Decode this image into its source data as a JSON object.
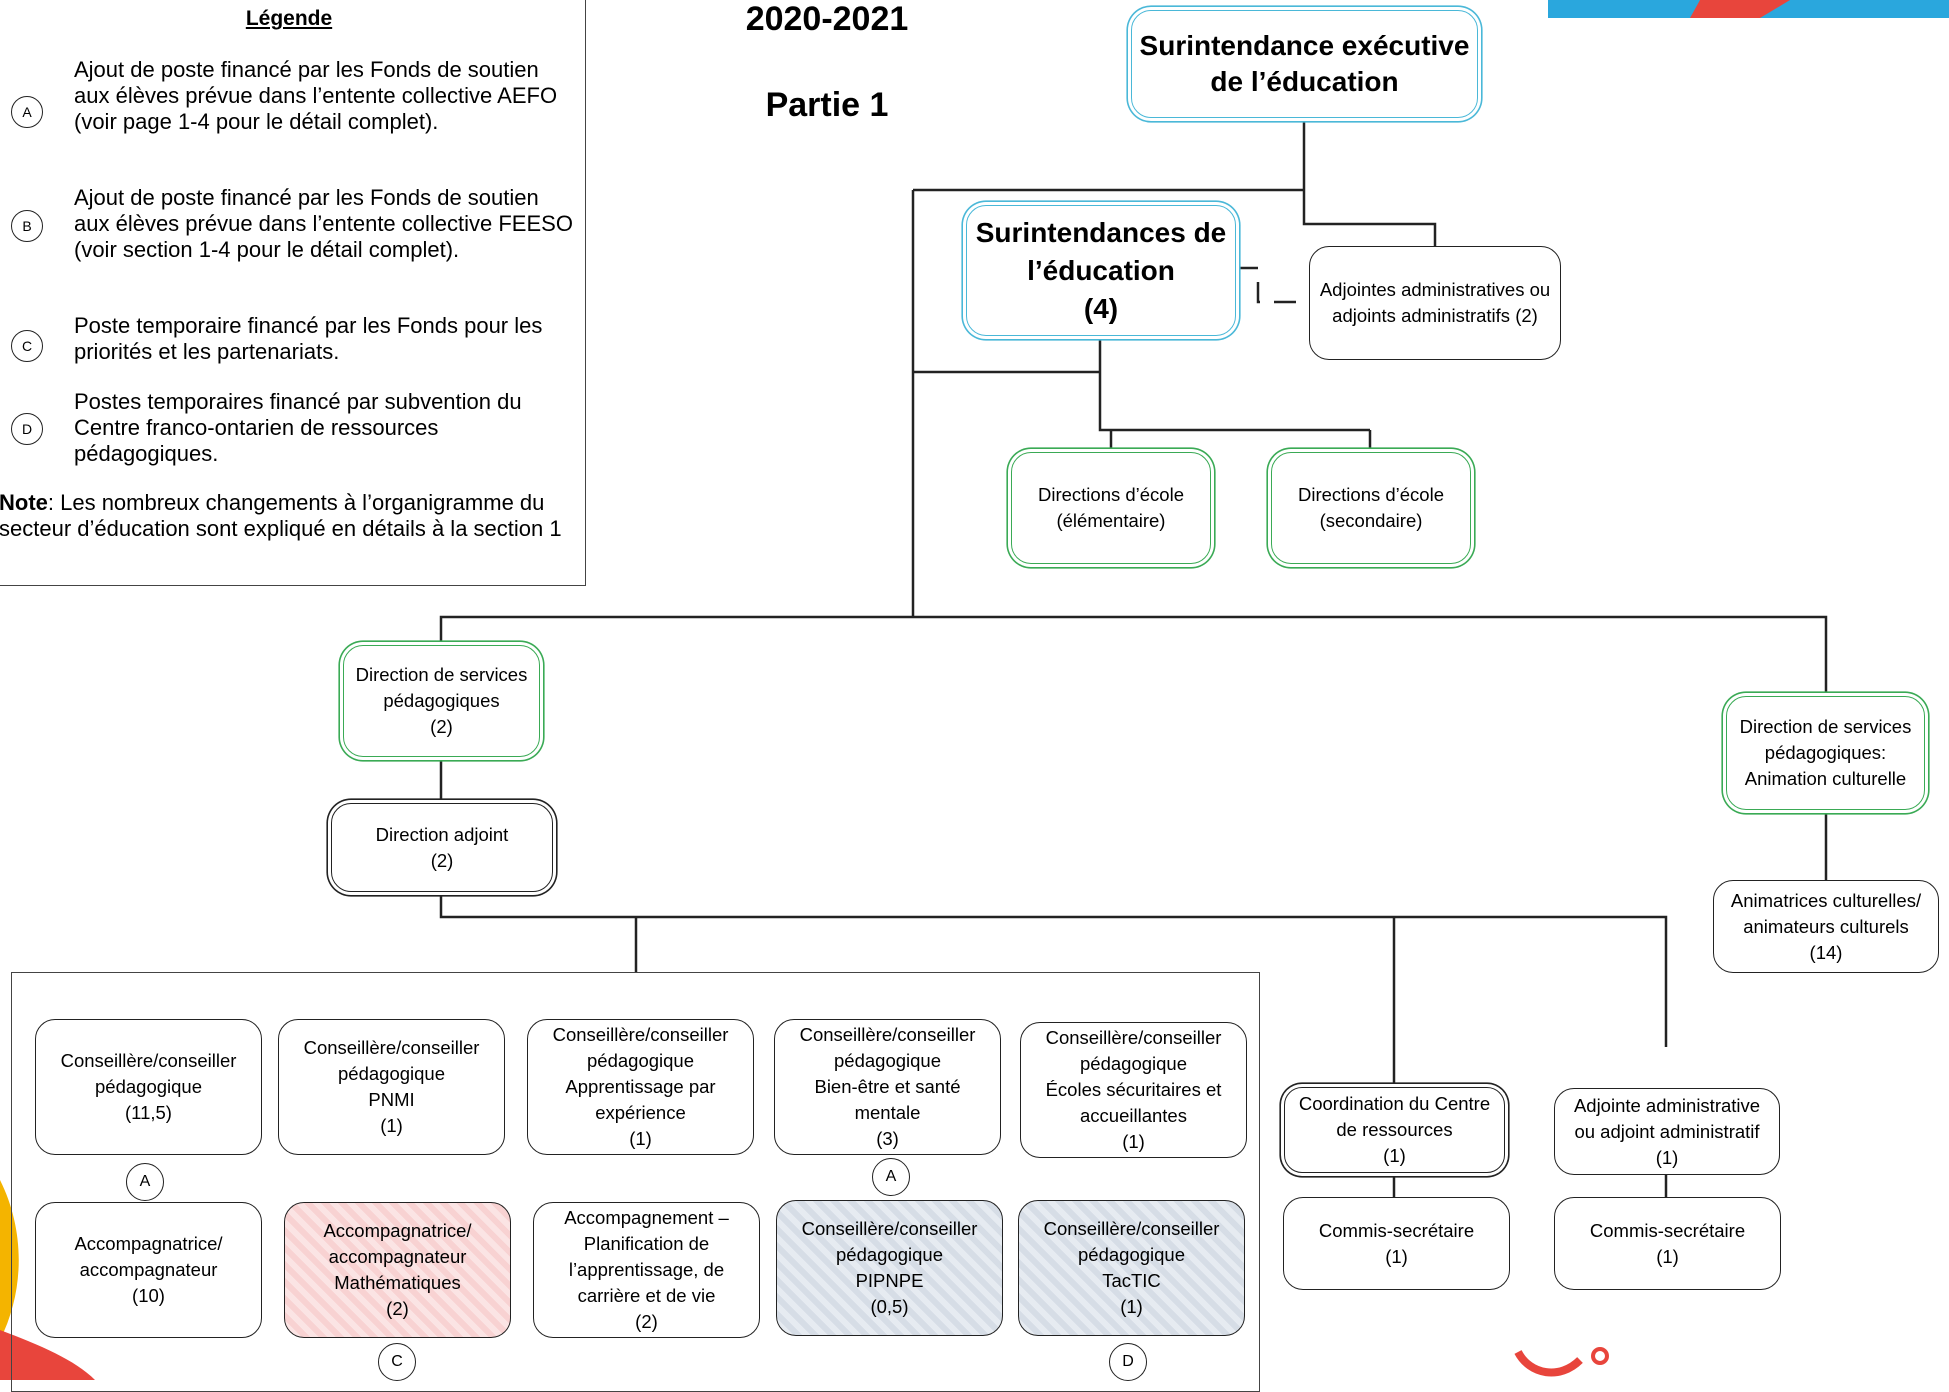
{
  "legend": {
    "title": "Légende",
    "items": [
      {
        "marker": "A",
        "text": "Ajout de poste financé par les Fonds de soutien aux élèves prévue dans l’entente collective AEFO (voir page 1-4 pour le détail complet)."
      },
      {
        "marker": "B",
        "text": "Ajout de poste financé par les Fonds de soutien aux élèves prévue dans l’entente collective FEESO (voir section 1-4 pour le détail complet)."
      },
      {
        "marker": "C",
        "text": "Poste temporaire financé par les Fonds pour les priorités et les partenariats."
      },
      {
        "marker": "D",
        "text": "Postes temporaires financé par subvention du Centre franco-ontarien de ressources pédagogiques."
      }
    ],
    "note_label": "Note",
    "note_text": ": Les nombreux changements à l’organigramme du secteur d’éducation sont expliqué en détails à la section 1"
  },
  "header": {
    "year": "2020-2021",
    "part": "Partie 1"
  },
  "colors": {
    "blue_frame": "#4ab8d8",
    "green_frame": "#3aaa55",
    "pink_fill": "#f8d2d2",
    "grey_fill": "#d6dde6",
    "line": "#222222"
  },
  "nodes": {
    "surintendance_executive": {
      "line1": "Surintendance exécutive",
      "line2": "de l’éducation"
    },
    "surintendances": {
      "line1": "Surintendances de",
      "line2": "l’éducation",
      "line3": "(4)"
    },
    "adjointes_admin_top": {
      "line1": "Adjointes administratives ou",
      "line2": "adjoints administratifs (2)"
    },
    "directions_elementaire": {
      "line1": "Directions d’école",
      "line2": "(élémentaire)"
    },
    "directions_secondaire": {
      "line1": "Directions d’école",
      "line2": "(secondaire)"
    },
    "direction_services": {
      "line1": "Direction de services",
      "line2": "pédagogiques",
      "line3": "(2)"
    },
    "direction_adjoint": {
      "line1": "Direction adjoint",
      "line2": "(2)"
    },
    "direction_animation": {
      "line1": "Direction de services",
      "line2": "pédagogiques:",
      "line3": "Animation culturelle"
    },
    "animateurs": {
      "line1": "Animatrices culturelles/",
      "line2": "animateurs culturels",
      "line3": "(14)"
    },
    "conseil_1": {
      "line1": "Conseillère/conseiller",
      "line2": "pédagogique",
      "line3": "(11,5)"
    },
    "conseil_2": {
      "line1": "Conseillère/conseiller",
      "line2": "pédagogique",
      "line3": "PNMI",
      "line4": "(1)"
    },
    "conseil_3": {
      "line1": "Conseillère/conseiller",
      "line2": "pédagogique",
      "line3": "Apprentissage par",
      "line4": "expérience",
      "line5": "(1)"
    },
    "conseil_4": {
      "line1": "Conseillère/conseiller",
      "line2": "pédagogique",
      "line3": "Bien-être et santé",
      "line4": "mentale",
      "line5": "(3)"
    },
    "conseil_5": {
      "line1": "Conseillère/conseiller",
      "line2": "pédagogique",
      "line3": "Écoles sécuritaires et",
      "line4": "accueillantes",
      "line5": "(1)"
    },
    "accomp_1": {
      "line1": "Accompagnatrice/",
      "line2": "accompagnateur",
      "line3": "(10)"
    },
    "accomp_2": {
      "line1": "Accompagnatrice/",
      "line2": "accompagnateur",
      "line3": "Mathématiques",
      "line4": "(2)"
    },
    "accomp_3": {
      "line1": "Accompagnement –",
      "line2": "Planification de",
      "line3": "l’apprentissage, de",
      "line4": "carrière et de vie",
      "line5": "(2)"
    },
    "conseil_pipnpe": {
      "line1": "Conseillère/conseiller",
      "line2": "pédagogique",
      "line3": "PIPNPE",
      "line4": "(0,5)"
    },
    "conseil_tactic": {
      "line1": "Conseillère/conseiller",
      "line2": "pédagogique",
      "line3": "TacTIC",
      "line4": "(1)"
    },
    "coordination": {
      "line1": "Coordination du Centre",
      "line2": "de ressources",
      "line3": "(1)"
    },
    "commis_1": {
      "line1": "Commis-secrétaire",
      "line2": "(1)"
    },
    "adjointe_admin": {
      "line1": "Adjointe administrative",
      "line2": "ou adjoint administratif",
      "line3": "(1)"
    },
    "commis_2": {
      "line1": "Commis-secrétaire",
      "line2": "(1)"
    }
  },
  "markers": {
    "conseil_1": "A",
    "conseil_4": "A",
    "accomp_2": "C",
    "conseil_tactic": "D"
  }
}
